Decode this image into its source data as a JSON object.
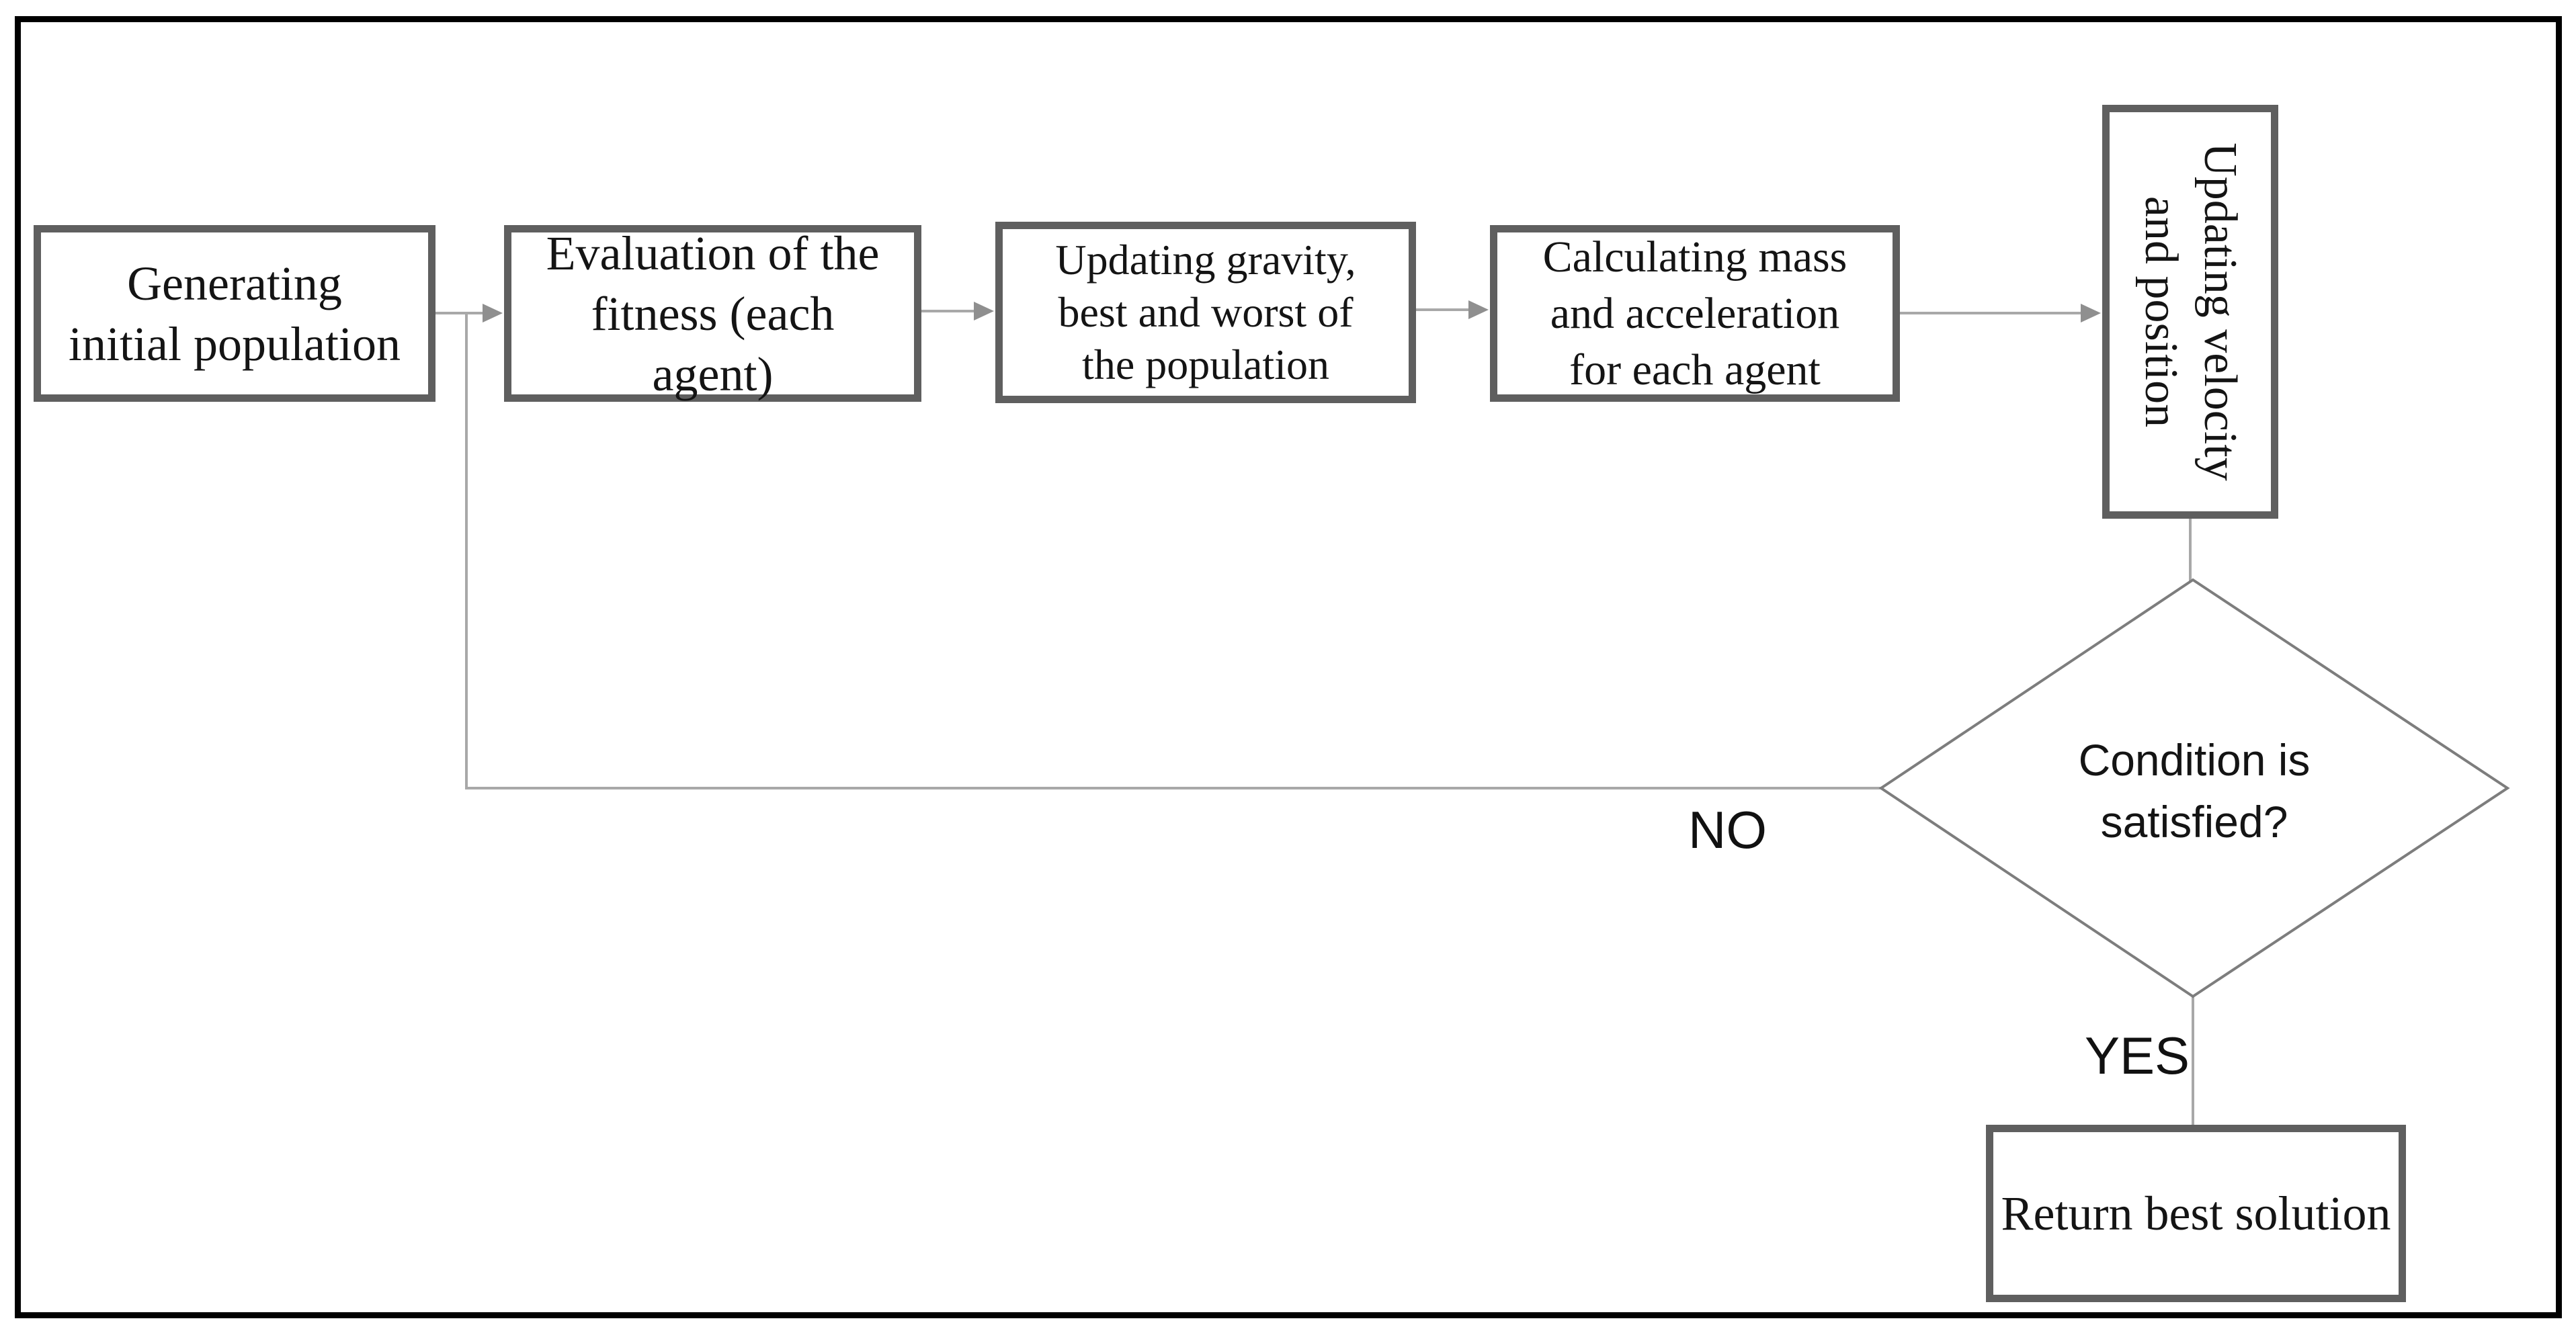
{
  "flowchart": {
    "nodes": {
      "generate": {
        "label": "Generating\ninitial population"
      },
      "evaluate": {
        "label": "Evaluation of the\nfitness (each\nagent)"
      },
      "gravity": {
        "label": "Updating gravity,\nbest and worst of\nthe population"
      },
      "mass": {
        "label": "Calculating mass\nand acceleration\nfor each agent"
      },
      "velocity": {
        "label": "Updating velocity\nand position"
      },
      "decision": {
        "label": "Condition is\nsatisfied?"
      },
      "return": {
        "label": "Return best solution"
      }
    },
    "branch_labels": {
      "no": "NO",
      "yes": "YES"
    },
    "colors": {
      "frame_border": "#000000",
      "node_border": "#5f5f5f",
      "diamond_stroke": "#7d7d7d",
      "connector": "#a8a8a8",
      "arrowhead": "#8f8f8f",
      "text": "#141414",
      "background": "#ffffff"
    }
  }
}
